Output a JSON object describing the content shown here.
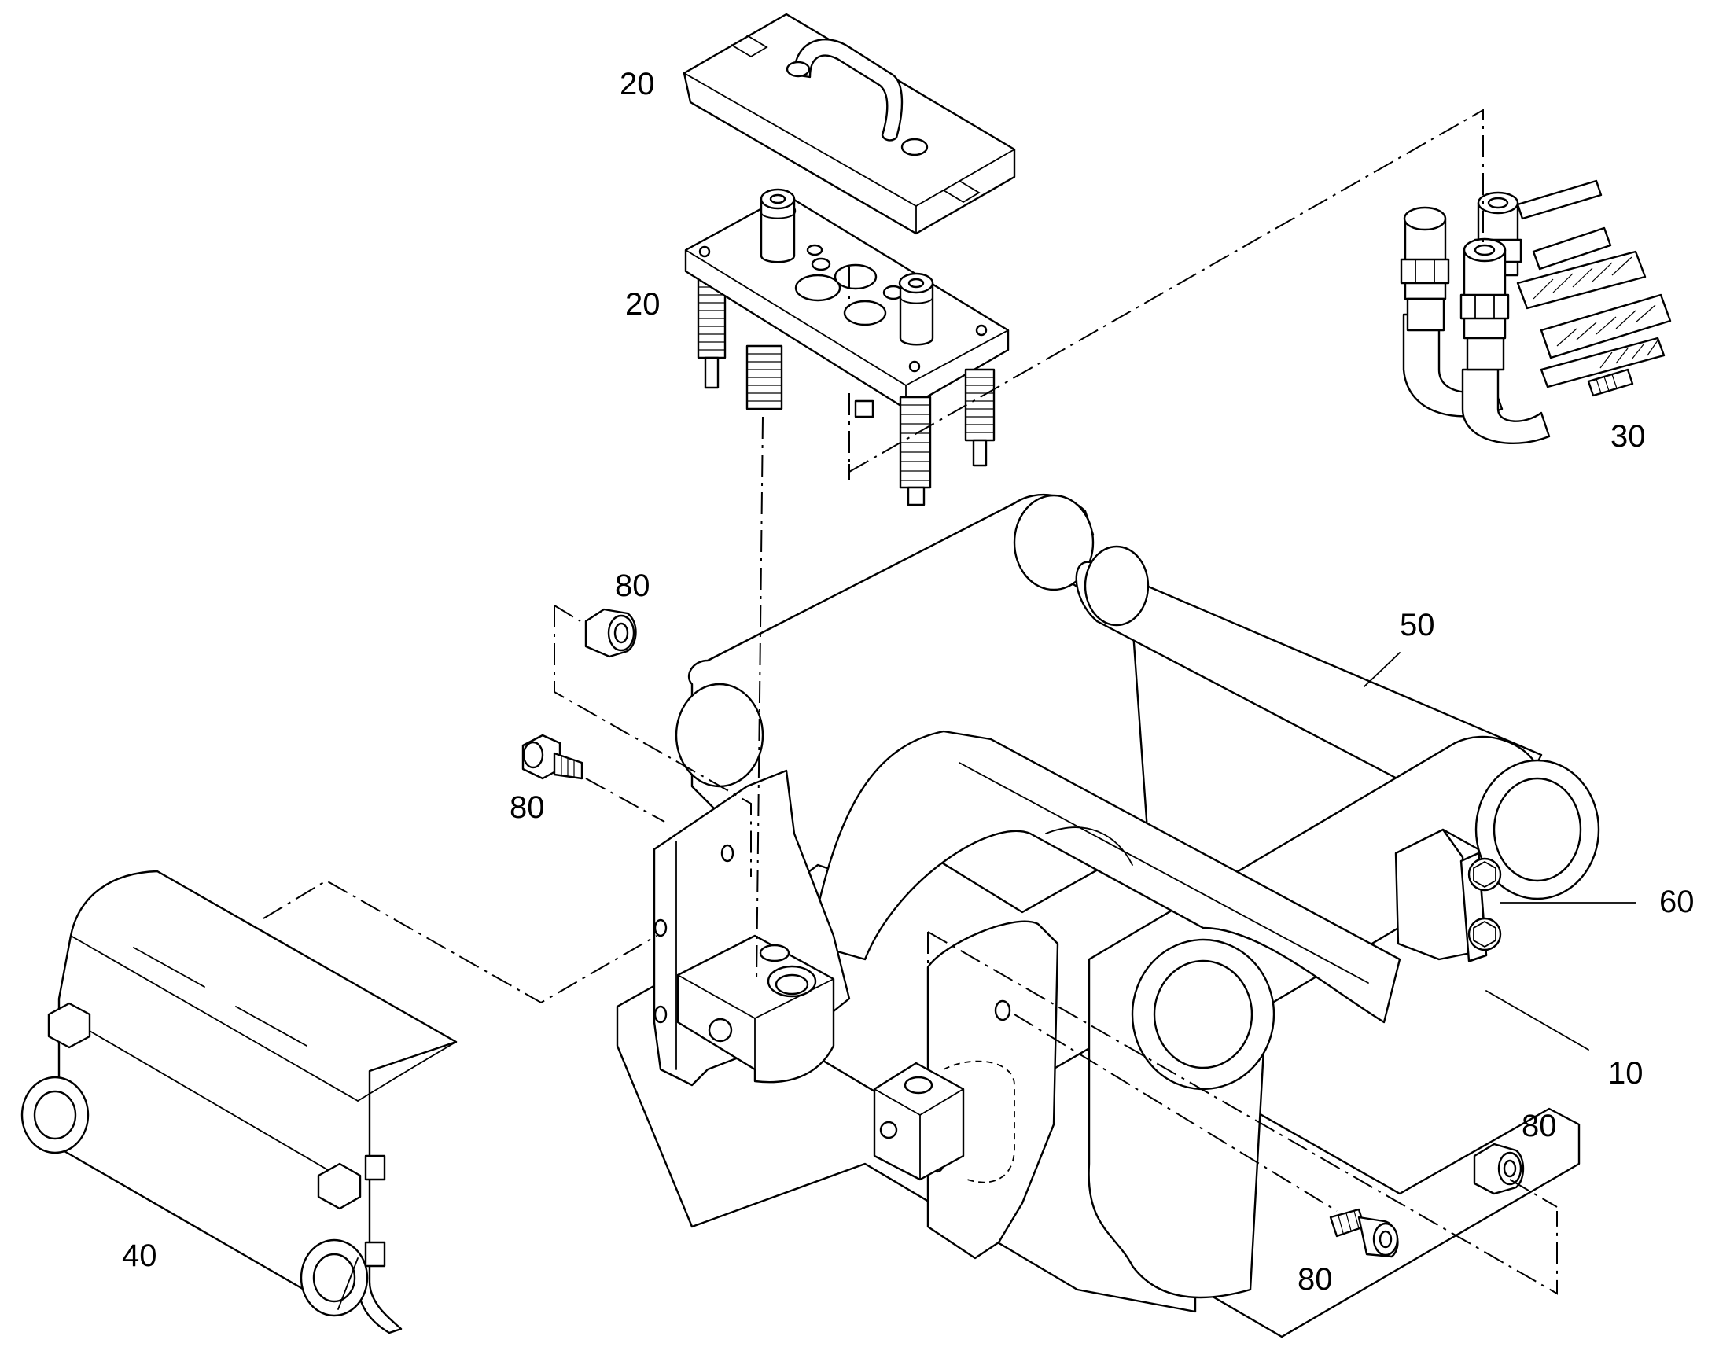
{
  "labels": {
    "cover_top": "20",
    "coupling_plate": "20",
    "hose_set": "30",
    "guard": "40",
    "pin": "50",
    "clamp": "60",
    "frame": "10",
    "bushing_upper_left": "80",
    "screw_left": "80",
    "bushing_right": "80",
    "screw_bottom": "80"
  }
}
